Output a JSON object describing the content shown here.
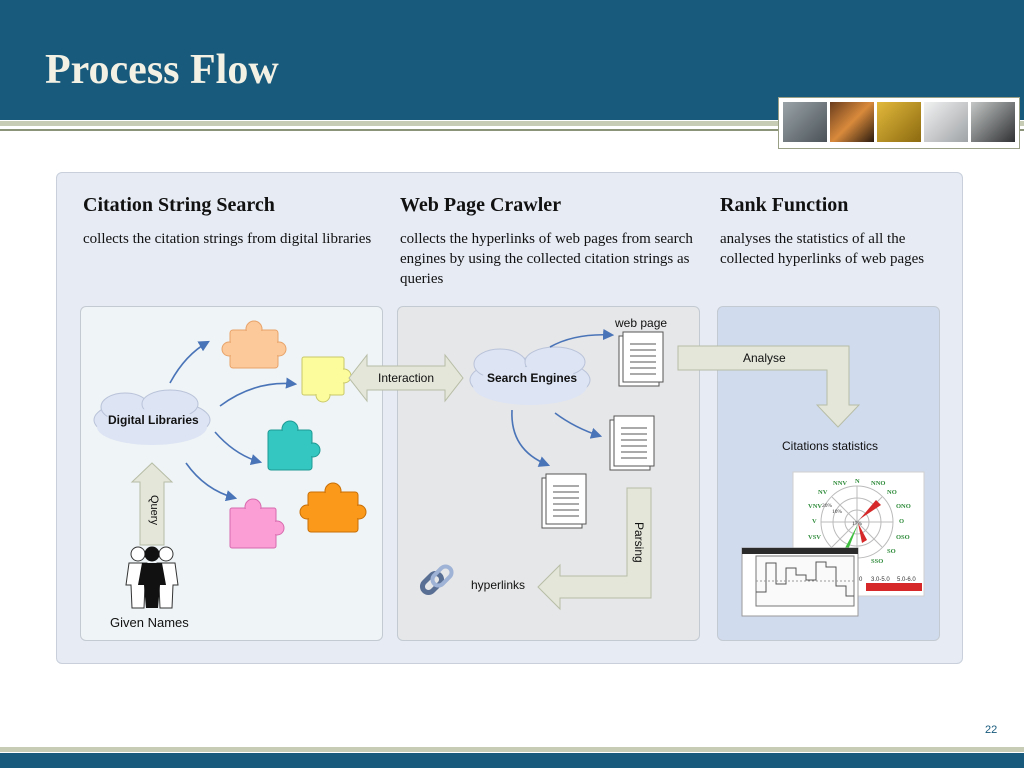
{
  "slide": {
    "title": "Process Flow",
    "page_number": "22"
  },
  "columns": [
    {
      "heading": "Citation String Search",
      "description": "collects the citation strings from digital libraries"
    },
    {
      "heading": "Web Page Crawler",
      "description": "collects the hyperlinks of web pages from search engines by using the collected citation strings as queries"
    },
    {
      "heading": "Rank Function",
      "description": "analyses the statistics of all the collected hyperlinks of web pages"
    }
  ],
  "diagram": {
    "digital_libraries": "Digital Libraries",
    "query": "Query",
    "given_names": "Given Names",
    "interaction": "Interaction",
    "search_engines": "Search Engines",
    "web_page": "web page",
    "parsing": "Parsing",
    "hyperlinks": "hyperlinks",
    "analyse": "Analyse",
    "citations_statistics": "Citations statistics",
    "radar_labels": [
      "N",
      "NNO",
      "NO",
      "ONO",
      "O",
      "OSO",
      "SO",
      "SSO",
      "NNV",
      "NV",
      "VNV",
      "V",
      "VSV"
    ],
    "radar_pcts": [
      "20%",
      "10%",
      "17%"
    ],
    "legend_ranges": [
      "0",
      "3.0-5.0",
      "5.0-6.0"
    ]
  },
  "colors": {
    "header_bg": "#175a7c",
    "panel_bg": "#e6ebf4",
    "puzzle_peach": "#fbc99a",
    "puzzle_yellow": "#fcfc9c",
    "puzzle_teal": "#34c6c0",
    "puzzle_pink": "#fb9ed6",
    "puzzle_orange": "#fb9a1a"
  }
}
